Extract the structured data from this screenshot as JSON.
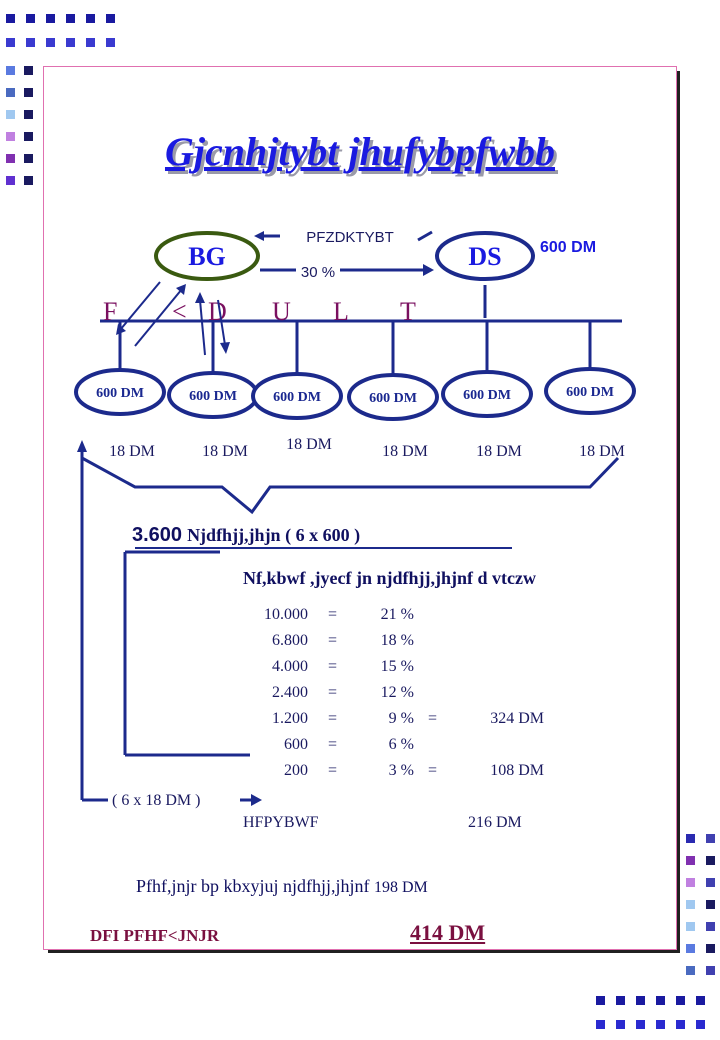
{
  "title": "Gjcnhjtybt jhufybpfwbb",
  "top": {
    "left_node": "BG",
    "right_node": "DS",
    "right_amount": "600 DM",
    "arrow_back_label": "PFZDKTYBT",
    "arrow_fwd_label": "30 %"
  },
  "letters": [
    "F",
    "<",
    "D",
    "U",
    "L",
    "T"
  ],
  "members": [
    {
      "amount": "600 DM",
      "fee": "18 DM"
    },
    {
      "amount": "600 DM",
      "fee": "18 DM"
    },
    {
      "amount": "600 DM",
      "fee": "18 DM"
    },
    {
      "amount": "600 DM",
      "fee": "18 DM"
    },
    {
      "amount": "600 DM",
      "fee": "18 DM"
    },
    {
      "amount": "600 DM",
      "fee": "18 DM"
    }
  ],
  "total": {
    "value": "3.600",
    "label": "Njdfhjj,jhjn ( 6  x  600 )"
  },
  "table": {
    "heading": "Nf,kbwf ,jyecf jn njdfhjj,jhjnf d vtczw",
    "rows": [
      {
        "amount": "10.000",
        "eq": "=",
        "pct": "21 %",
        "eq2": "",
        "result": ""
      },
      {
        "amount": "6.800",
        "eq": "=",
        "pct": "18 %",
        "eq2": "",
        "result": ""
      },
      {
        "amount": "4.000",
        "eq": "=",
        "pct": "15 %",
        "eq2": "",
        "result": ""
      },
      {
        "amount": "2.400",
        "eq": "=",
        "pct": "12 %",
        "eq2": "",
        "result": ""
      },
      {
        "amount": "1.200",
        "eq": "=",
        "pct": "9 %",
        "eq2": "=",
        "result": "324 DM"
      },
      {
        "amount": "600",
        "eq": "=",
        "pct": "6 %",
        "eq2": "",
        "result": ""
      },
      {
        "amount": "200",
        "eq": "=",
        "pct": "3 %",
        "eq2": "=",
        "result": "108 DM"
      }
    ]
  },
  "fee_calc": "( 6  x  18 DM )",
  "reward": {
    "label": "HFPYBWF",
    "value": "216 DM"
  },
  "difference": {
    "label": "Pfhf,jnjr bp kbxyjuj njdfhjj,jhjnf",
    "value": "198 DM"
  },
  "final": {
    "label": "DFI PFHF<JNJR",
    "value": "414 DM"
  },
  "colors": {
    "accent": "#1a1ae0",
    "line": "#1c2a8c",
    "node_border": "#3a5a10",
    "final_label": "#7a1040"
  }
}
